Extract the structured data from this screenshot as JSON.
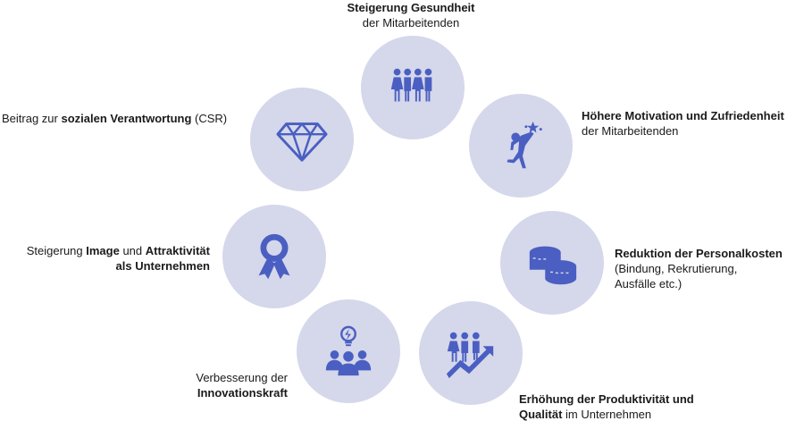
{
  "colors": {
    "circle": "#d5d7eb",
    "icon": "#4a5fc1",
    "text": "#1a1a1a"
  },
  "items": [
    {
      "icon": "people-group-icon",
      "line1_bold": "Steigerung Gesundheit",
      "line2": "der Mitarbeitenden"
    },
    {
      "icon": "jumping-person-star-icon",
      "line1_bold": "Höhere Motivation und Zufriedenheit",
      "line2": "der Mitarbeitenden"
    },
    {
      "icon": "coins-icon",
      "line1_bold": "Reduktion der Personalkosten",
      "line2": "(Bindung, Rekrutierung,",
      "line3": "Ausfälle etc.)"
    },
    {
      "icon": "people-growth-arrow-icon",
      "line1_bold": "Erhöhung der Produktivität und",
      "line2_bold": "Qualität",
      "line2_rest": " im Unternehmen"
    },
    {
      "icon": "team-lightbulb-icon",
      "line1": "Verbesserung der",
      "line2_bold": "Innovationskraft"
    },
    {
      "icon": "award-ribbon-icon",
      "line1_pre": "Steigerung ",
      "line1_bold1": "Image",
      "line1_mid": " und ",
      "line1_bold2": "Attraktivität",
      "line2_bold": "als Unternehmen"
    },
    {
      "icon": "diamond-icon",
      "pre": "Beitrag zur ",
      "bold": "sozialen Verantwortung",
      "post": " (CSR)"
    }
  ]
}
